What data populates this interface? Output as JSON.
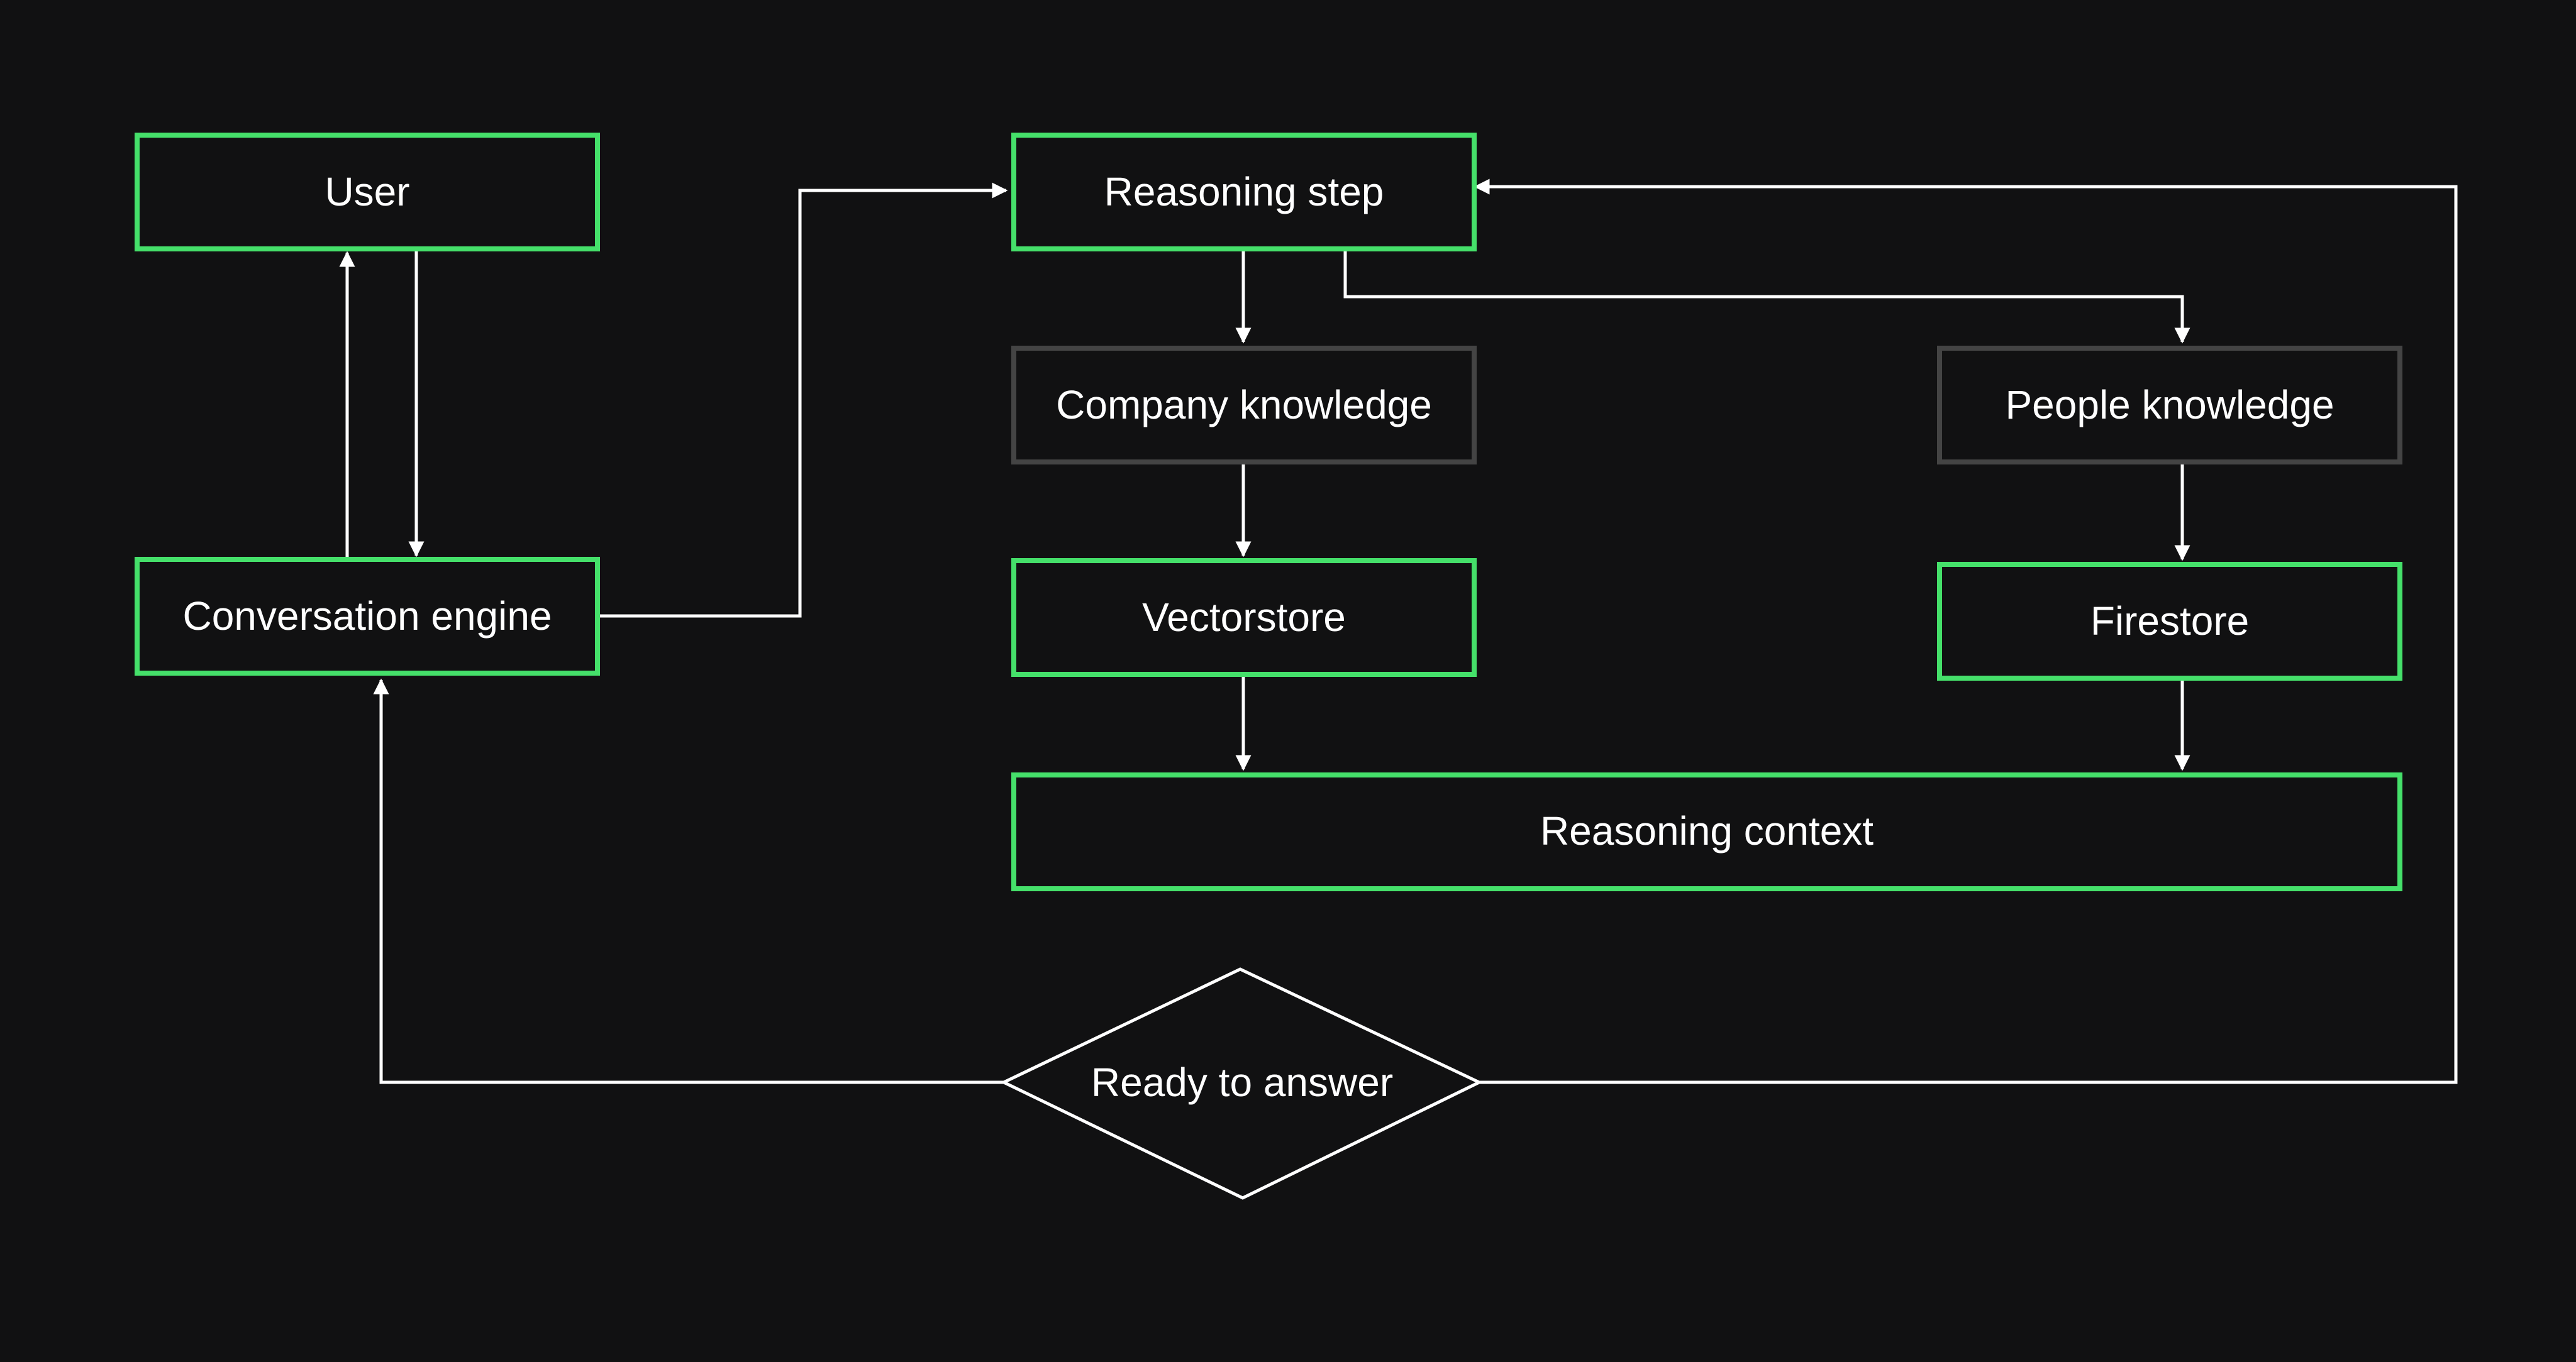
{
  "diagram": {
    "colors": {
      "background": "#111112",
      "primary_node_border": "#45e06a",
      "secondary_node_border": "#444444",
      "decision_border": "#ffffff",
      "edge": "#ffffff",
      "text": "#ffffff"
    },
    "nodes": {
      "user": {
        "label": "User",
        "style": "primary"
      },
      "conversation_engine": {
        "label": "Conversation engine",
        "style": "primary"
      },
      "reasoning_step": {
        "label": "Reasoning step",
        "style": "primary"
      },
      "company_knowledge": {
        "label": "Company knowledge",
        "style": "secondary"
      },
      "people_knowledge": {
        "label": "People knowledge",
        "style": "secondary"
      },
      "vectorstore": {
        "label": "Vectorstore",
        "style": "primary"
      },
      "firestore": {
        "label": "Firestore",
        "style": "primary"
      },
      "reasoning_context": {
        "label": "Reasoning context",
        "style": "primary"
      },
      "ready_to_answer": {
        "label": "Ready to answer",
        "style": "decision"
      }
    },
    "edges": [
      {
        "from": "conversation_engine",
        "to": "user"
      },
      {
        "from": "user",
        "to": "conversation_engine"
      },
      {
        "from": "conversation_engine",
        "to": "reasoning_step"
      },
      {
        "from": "reasoning_step",
        "to": "company_knowledge"
      },
      {
        "from": "reasoning_step",
        "to": "people_knowledge"
      },
      {
        "from": "company_knowledge",
        "to": "vectorstore"
      },
      {
        "from": "people_knowledge",
        "to": "firestore"
      },
      {
        "from": "vectorstore",
        "to": "reasoning_context"
      },
      {
        "from": "firestore",
        "to": "reasoning_context"
      },
      {
        "from": "ready_to_answer",
        "to": "conversation_engine"
      },
      {
        "from": "ready_to_answer",
        "to": "reasoning_step"
      }
    ]
  }
}
